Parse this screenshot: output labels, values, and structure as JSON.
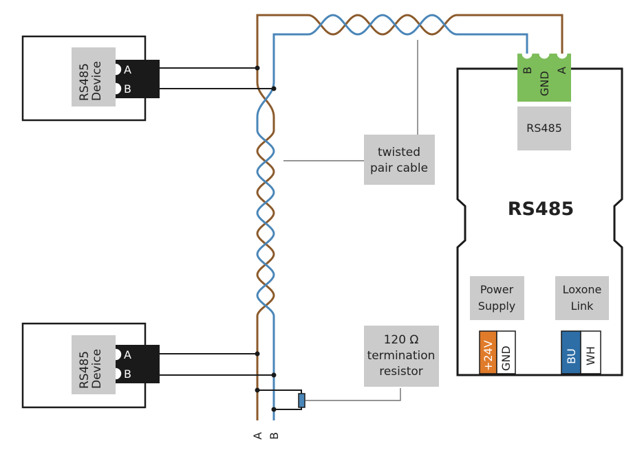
{
  "devices": [
    {
      "label_line1": "RS485",
      "label_line2": "Device",
      "pin_a": "A",
      "pin_b": "B"
    },
    {
      "label_line1": "RS485",
      "label_line2": "Device",
      "pin_a": "A",
      "pin_b": "B"
    }
  ],
  "cable_label": {
    "line1": "twisted",
    "line2": "pair cable"
  },
  "resistor_label": {
    "line1": "120 Ω",
    "line2": "termination",
    "line3": "resistor"
  },
  "bus_ends": {
    "a": "A",
    "b": "B"
  },
  "extension": {
    "title": "RS485",
    "terminal": {
      "b": "B",
      "gnd": "GND",
      "a": "A"
    },
    "rs485_tag": "RS485",
    "power_label": {
      "line1": "Power",
      "line2": "Supply"
    },
    "power_terminal": {
      "plus": "+24V",
      "gnd": "GND"
    },
    "link_label": {
      "line1": "Loxone",
      "line2": "Link"
    },
    "link_terminal": {
      "bu": "BU",
      "wh": "WH"
    }
  },
  "colors": {
    "wire_a": "#8B5A2B",
    "wire_b": "#4A86B8",
    "terminal_green": "#7DBD5A",
    "label_gray": "#CBCBCB",
    "connector_black": "#1A1A1A",
    "orange": "#E07B2A",
    "blue": "#2E6EA6"
  }
}
